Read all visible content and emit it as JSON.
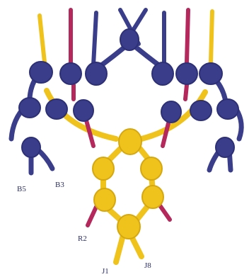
{
  "labels": {
    "b5": "B5",
    "b3": "B3",
    "r2": "R2",
    "j1": "J1",
    "j8": "J8"
  },
  "colors": {
    "navy": "#3a3e8a",
    "navy_dark": "#2d3076",
    "gold": "#efc21c",
    "gold_dark": "#d6a80f",
    "crimson": "#b4285b",
    "background": "#ffffff"
  }
}
